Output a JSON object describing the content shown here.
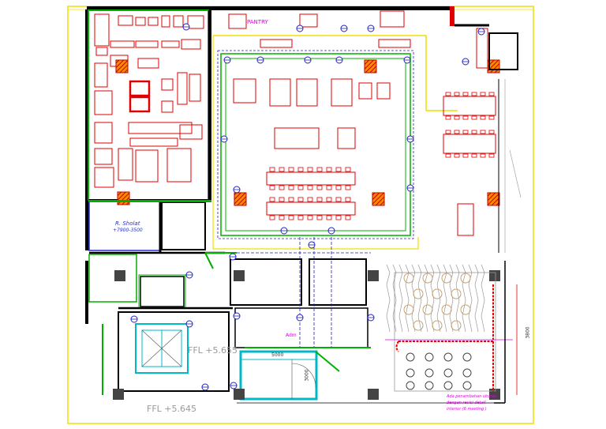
{
  "colors": {
    "wall": "#000000",
    "kitchen": "#e00000",
    "zone": "#00b000",
    "electric": "#2020c0",
    "accent": "#e000e0",
    "boundary": "#f0e000",
    "cyan": "#00b8c8",
    "hatch": "#ff6a00"
  },
  "labels": {
    "pantry": "PANTRY",
    "room_name": "R. Sholat",
    "room_level": "+7900-3500",
    "ffl_main": "FFL +5.655",
    "ffl_lower": "FFL +5.645",
    "dim_5000": "5000",
    "dim_3000": "3000",
    "dim_3800": "3800",
    "admin": "Adm",
    "note_line1": "Ada penambahan ukuran",
    "note_line2": "dengan revisi detail",
    "note_line3": "interior (6 meeting )"
  }
}
